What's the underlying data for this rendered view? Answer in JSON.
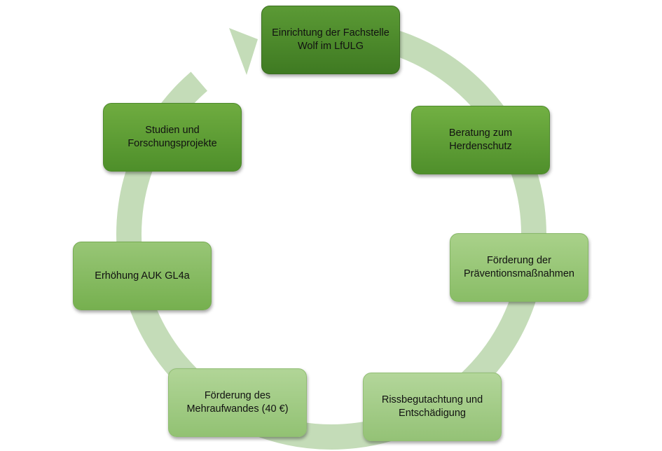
{
  "diagram": {
    "type": "cycle",
    "ring_color": "#c4dcb8",
    "nodes": [
      {
        "id": "fachstelle",
        "label": "Einrichtung der Fachstelle\nWolf im LfULG"
      },
      {
        "id": "beratung",
        "label": "Beratung zum\nHerdenschutz"
      },
      {
        "id": "praevention",
        "label": "Förderung der\nPräventionsmaßnahmen"
      },
      {
        "id": "rissbegutachtung",
        "label": "Rissbegutachtung und\nEntschädigung"
      },
      {
        "id": "mehraufwand",
        "label": "Förderung des\nMehraufwandes (40 €)"
      },
      {
        "id": "auk",
        "label": "Erhöhung AUK GL4a"
      },
      {
        "id": "studien",
        "label": "Studien und\nForschungsprojekte"
      }
    ]
  }
}
